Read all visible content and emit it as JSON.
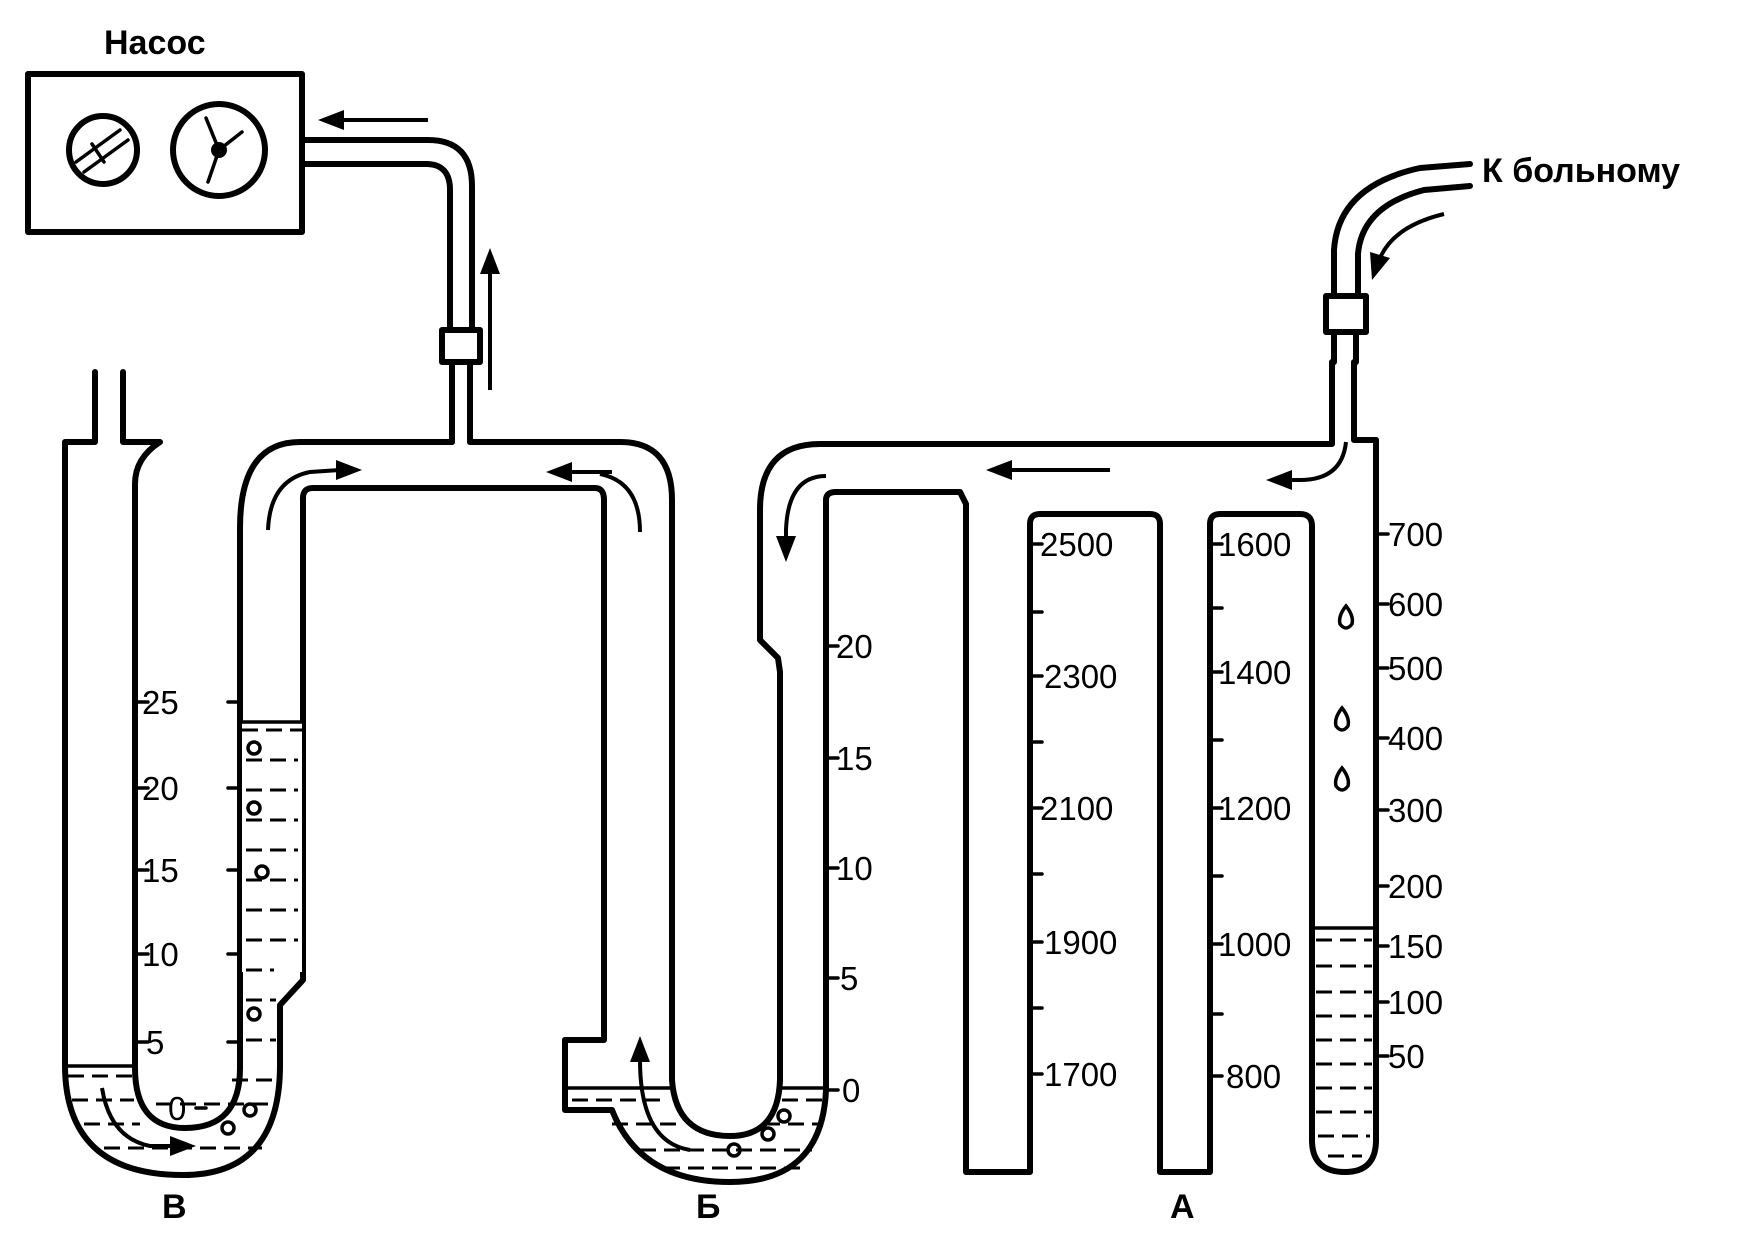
{
  "labels": {
    "pump": "Насос",
    "to_patient": "К больному",
    "vessel_b": "В",
    "vessel_be": "Б",
    "vessel_a": "А"
  },
  "scales": {
    "v": [
      "25",
      "20",
      "15",
      "10",
      "5",
      "0"
    ],
    "be": [
      "20",
      "15",
      "10",
      "5",
      "0"
    ],
    "a_col1": [
      "2500",
      "2300",
      "2100",
      "1900",
      "1700"
    ],
    "a_col2": [
      "1600",
      "1400",
      "1200",
      "1000",
      "800"
    ],
    "a_col3": [
      "700",
      "600",
      "500",
      "400",
      "300",
      "200",
      "150",
      "100",
      "50"
    ]
  }
}
